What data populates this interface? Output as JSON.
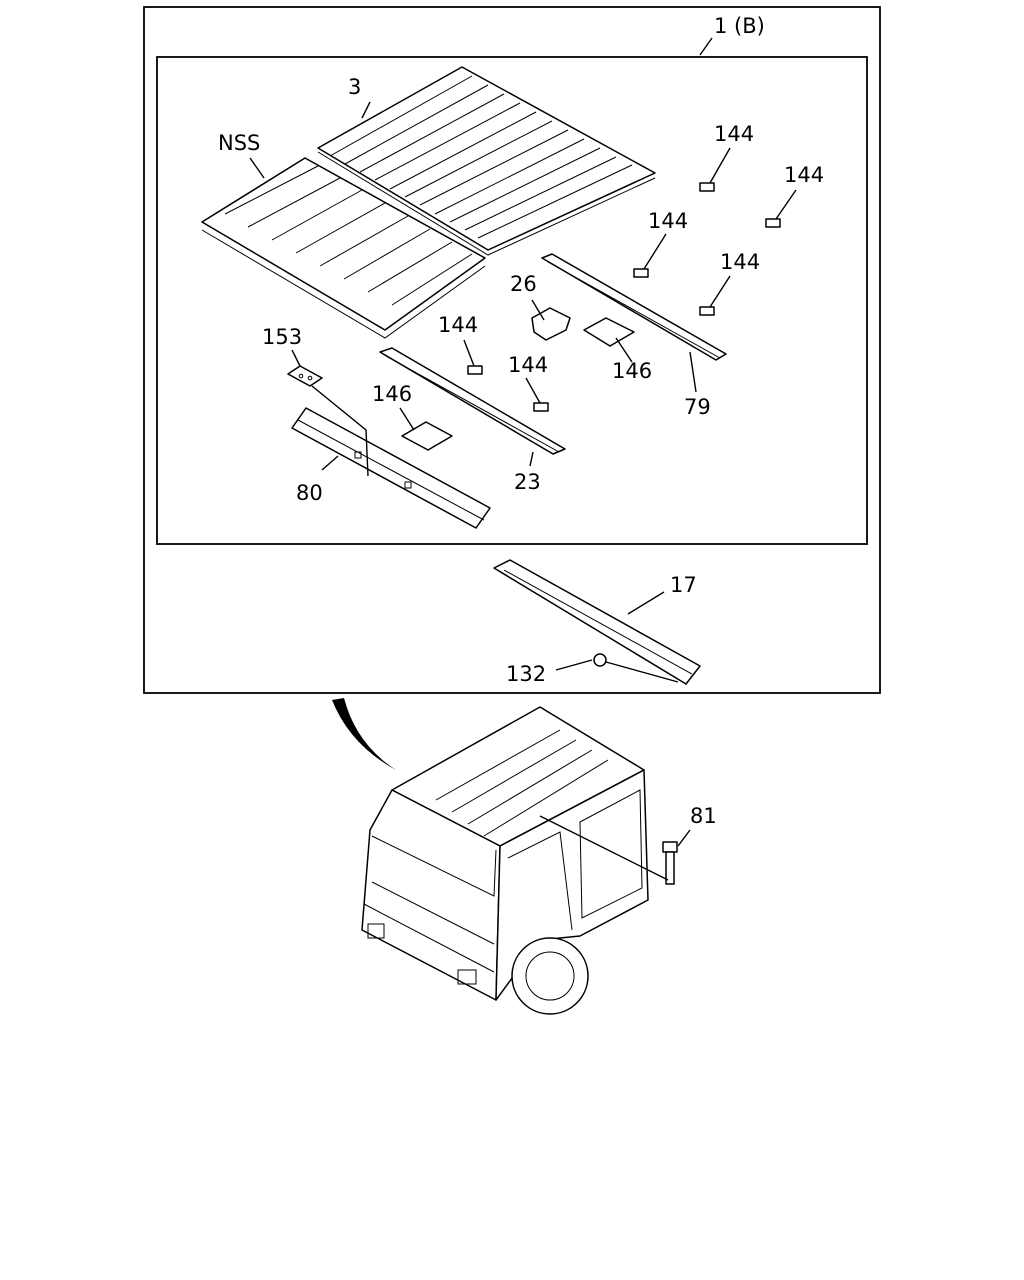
{
  "callouts": {
    "assembly": "1 (B)",
    "roof_panel": "3",
    "nss": "NSS",
    "bracket_a": "144",
    "bracket_b": "144",
    "bracket_c": "144",
    "bracket_d": "144",
    "bracket_e": "144",
    "bracket_f": "144",
    "plate": "153",
    "gusset": "26",
    "mount_left": "146",
    "mount_right": "146",
    "rear_bow": "79",
    "mid_bow": "23",
    "front_rail": "80",
    "header_rail": "17",
    "screw": "132",
    "bolt": "81"
  }
}
